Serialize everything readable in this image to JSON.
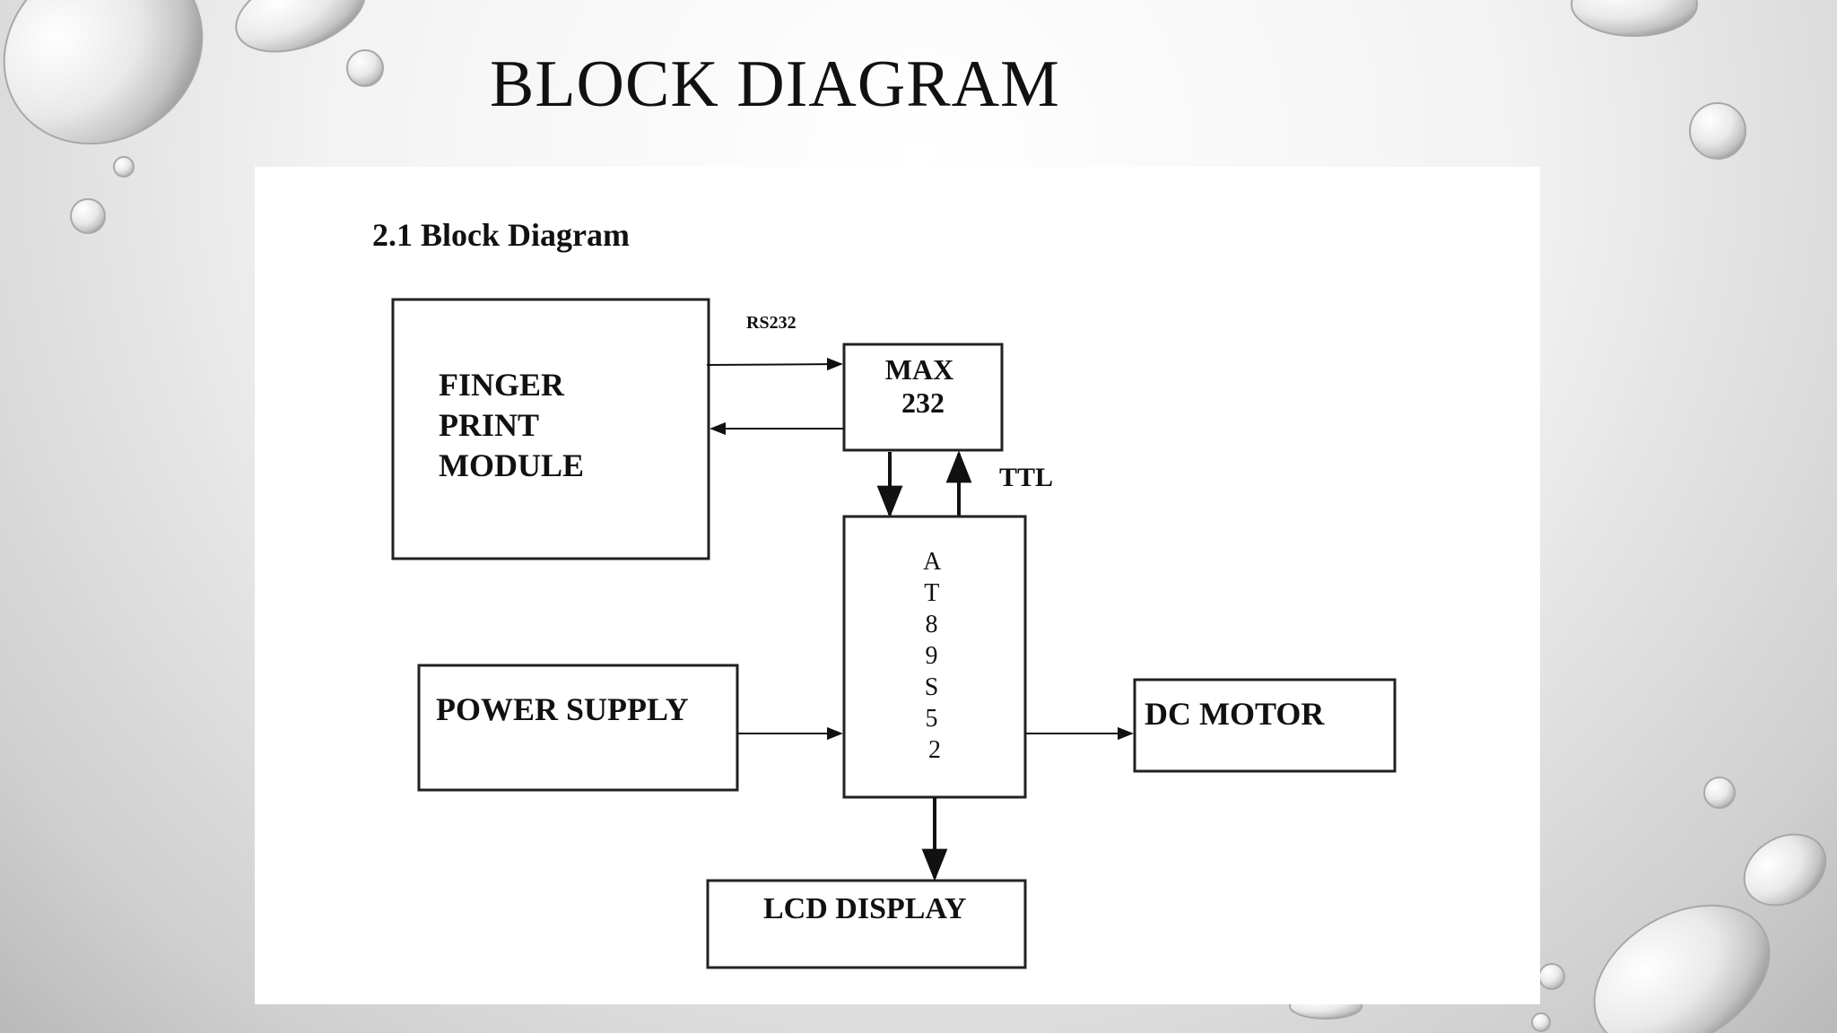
{
  "slide": {
    "title": "BLOCK DIAGRAM"
  },
  "diagram": {
    "heading": "2.1 Block Diagram",
    "blocks": {
      "finger_print_module": [
        "FINGER",
        "PRINT",
        "MODULE"
      ],
      "max232": [
        "MAX",
        "232"
      ],
      "microcontroller": [
        "A",
        "T",
        "8",
        "9",
        "S",
        "5",
        "2"
      ],
      "power_supply": "POWER SUPPLY",
      "dc_motor": "DC MOTOR",
      "lcd_display": "LCD DISPLAY"
    },
    "labels": {
      "rs232": "RS232",
      "ttl": "TTL"
    }
  }
}
